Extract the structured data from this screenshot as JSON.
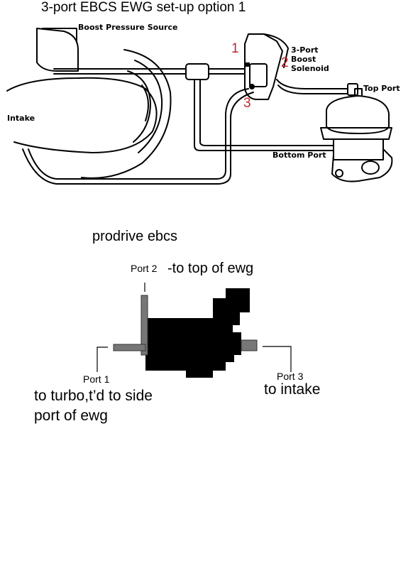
{
  "top_diagram": {
    "title": "3-port EBCS EWG set-up option 1",
    "labels": {
      "boost_pressure_source": "Boost Pressure Source",
      "solenoid_line1": "3-Port",
      "solenoid_line2": "Boost",
      "solenoid_line3": "Solenoid",
      "top_port": "Top Port",
      "bottom_port": "Bottom Port",
      "intake": "Intake"
    },
    "port_numbers": [
      "1",
      "2",
      "3"
    ],
    "port_number_color": "#c0272d"
  },
  "bottom_diagram": {
    "title": "prodrive ebcs",
    "port2": {
      "name": "Port 2",
      "desc": "-to top of ewg"
    },
    "port1": {
      "name": "Port 1",
      "desc_line1": "to turbo,t’d to side",
      "desc_line2": "port of ewg"
    },
    "port3": {
      "name": "Port 3",
      "desc": "to intake"
    }
  }
}
